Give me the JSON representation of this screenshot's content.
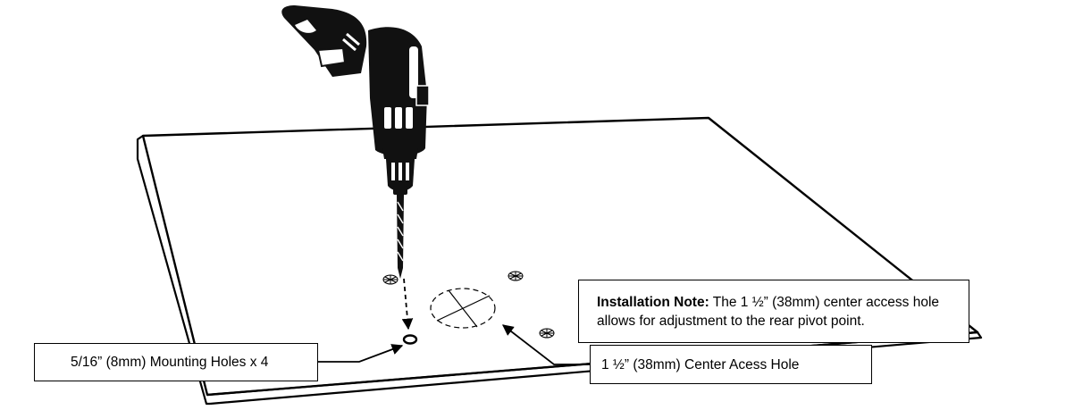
{
  "callouts": {
    "mounting_holes": "5/16” (8mm) Mounting Holes x 4",
    "center_hole": "1 ½” (38mm) Center Acess Hole"
  },
  "note": {
    "label": "Installation Note:",
    "text": " The 1 ½” (38mm) center access hole allows for adjustment to the rear pivot point."
  },
  "colors": {
    "ink": "#000000",
    "body": "#111111",
    "paper": "#ffffff"
  },
  "icons": [
    "power-drill-icon",
    "drill-bit-icon",
    "mounting-hole-icon",
    "center-hole-marking-icon",
    "arrow-icon"
  ]
}
